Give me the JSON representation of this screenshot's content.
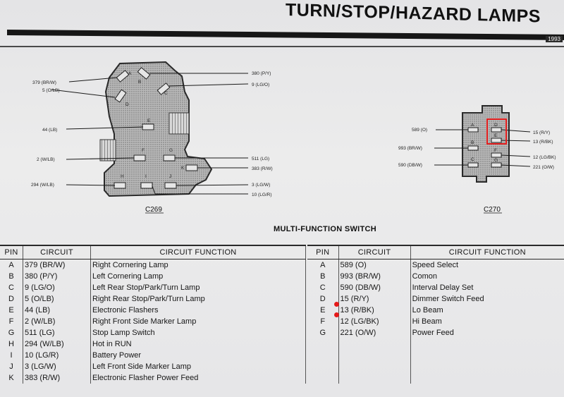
{
  "page": {
    "title": "TURN/STOP/HAZARD LAMPS",
    "year": "1993"
  },
  "c269": {
    "name": "C269",
    "pins": [
      "A",
      "B",
      "C",
      "D",
      "E",
      "F",
      "G",
      "H",
      "I",
      "J",
      "K"
    ],
    "circuits": [
      "379 (BR/W)",
      "5 (O/LB)",
      "44 (LB)",
      "2 (W/LB)",
      "294 (W/LB)",
      "380 (P/Y)",
      "9 (LG/O)",
      "511 (LG)",
      "383 (R/W)",
      "3 (LG/W)",
      "10 (LG/R)"
    ]
  },
  "c270": {
    "name": "C270",
    "pins": [
      "A",
      "B",
      "C",
      "D",
      "E",
      "F",
      "G"
    ],
    "circuits": [
      "589 (O)",
      "993 (BR/W)",
      "590 (DB/W)",
      "15 (R/Y)",
      "13 (R/BK)",
      "12 (LG/BK)",
      "221 (O/W)"
    ]
  },
  "section": {
    "heading": "MULTI-FUNCTION SWITCH"
  },
  "table_headers": {
    "pin": "PIN",
    "circuit": "CIRCUIT",
    "function": "CIRCUIT FUNCTION"
  },
  "left_rows": [
    {
      "pin": "A",
      "circuit": "379 (BR/W)",
      "function": "Right Cornering Lamp"
    },
    {
      "pin": "B",
      "circuit": "380 (P/Y)",
      "function": "Left Cornering Lamp"
    },
    {
      "pin": "C",
      "circuit": "9 (LG/O)",
      "function": "Left Rear Stop/Park/Turn Lamp"
    },
    {
      "pin": "D",
      "circuit": "5 (O/LB)",
      "function": "Right Rear Stop/Park/Turn Lamp"
    },
    {
      "pin": "E",
      "circuit": "44 (LB)",
      "function": "Electronic Flashers"
    },
    {
      "pin": "F",
      "circuit": "2 (W/LB)",
      "function": "Right Front Side Marker Lamp"
    },
    {
      "pin": "G",
      "circuit": "511 (LG)",
      "function": "Stop Lamp Switch"
    },
    {
      "pin": "H",
      "circuit": "294 (W/LB)",
      "function": "Hot in RUN"
    },
    {
      "pin": "I",
      "circuit": "10 (LG/R)",
      "function": "Battery Power"
    },
    {
      "pin": "J",
      "circuit": "3 (LG/W)",
      "function": "Left Front Side Marker Lamp"
    },
    {
      "pin": "K",
      "circuit": "383 (R/W)",
      "function": "Electronic Flasher Power Feed"
    }
  ],
  "right_rows": [
    {
      "pin": "A",
      "circuit": "589 (O)",
      "function": "Speed Select"
    },
    {
      "pin": "B",
      "circuit": "993 (BR/W)",
      "function": "Comon"
    },
    {
      "pin": "C",
      "circuit": "590 (DB/W)",
      "function": "Interval Delay Set"
    },
    {
      "pin": "D",
      "circuit": "15 (R/Y)",
      "function": "Dimmer Switch Feed"
    },
    {
      "pin": "E",
      "circuit": "13 (R/BK)",
      "function": "Lo Beam"
    },
    {
      "pin": "F",
      "circuit": "12 (LG/BK)",
      "function": "Hi Beam"
    },
    {
      "pin": "G",
      "circuit": "221 (O/W)",
      "function": "Power Feed"
    }
  ]
}
